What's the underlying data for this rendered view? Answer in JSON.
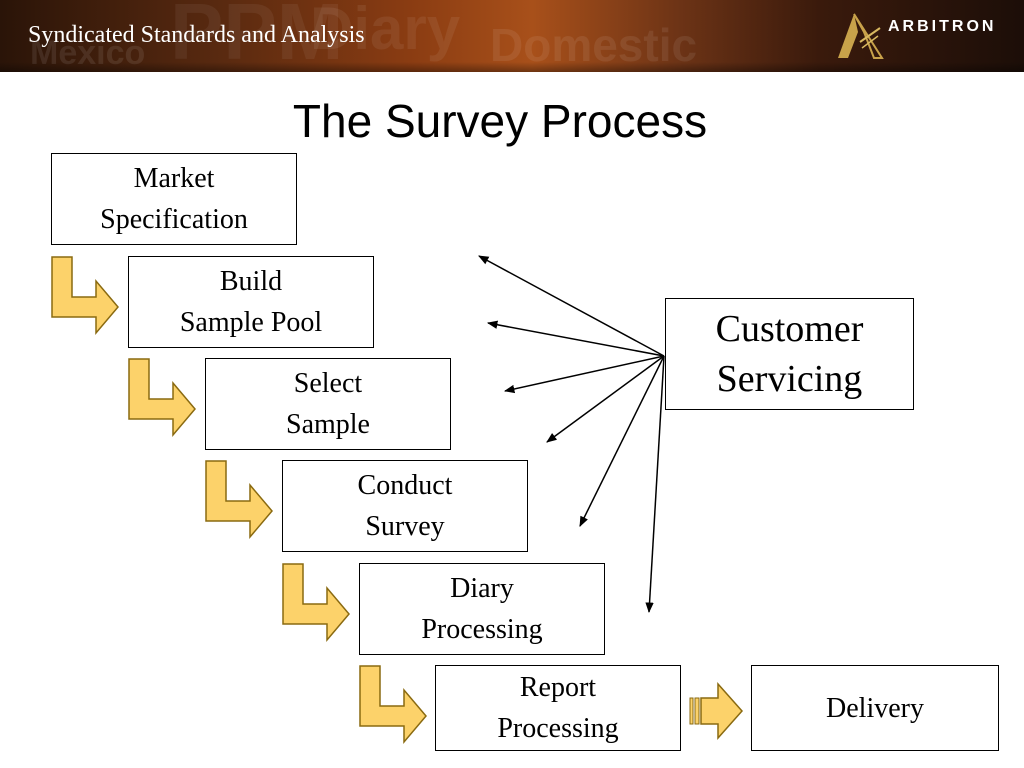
{
  "header": {
    "banner_title": "Syndicated Standards and Analysis",
    "background_words": [
      "Mexico",
      "PPM",
      "Diary",
      "Domestic"
    ],
    "logo_text": "ARBITRON"
  },
  "slide": {
    "title": "The Survey Process"
  },
  "steps": [
    {
      "label": "Market\nSpecification"
    },
    {
      "label": "Build\nSample Pool"
    },
    {
      "label": "Select\nSample"
    },
    {
      "label": "Conduct\nSurvey"
    },
    {
      "label": "Diary\nProcessing"
    },
    {
      "label": "Report\nProcessing"
    }
  ],
  "customer_servicing": {
    "label": "Customer\nServicing"
  },
  "delivery": {
    "label": "Delivery"
  },
  "colors": {
    "arrow_fill": "#fcd26a",
    "arrow_stroke": "#8a6a10",
    "box_border": "#000000",
    "banner_dark": "#2a1408",
    "banner_accent": "#a8501a"
  },
  "icons": {
    "step_arrow": "bent-arrow-icon",
    "delivery_arrow": "block-arrow-icon",
    "logo": "arbitron-triangle-logo-icon"
  }
}
